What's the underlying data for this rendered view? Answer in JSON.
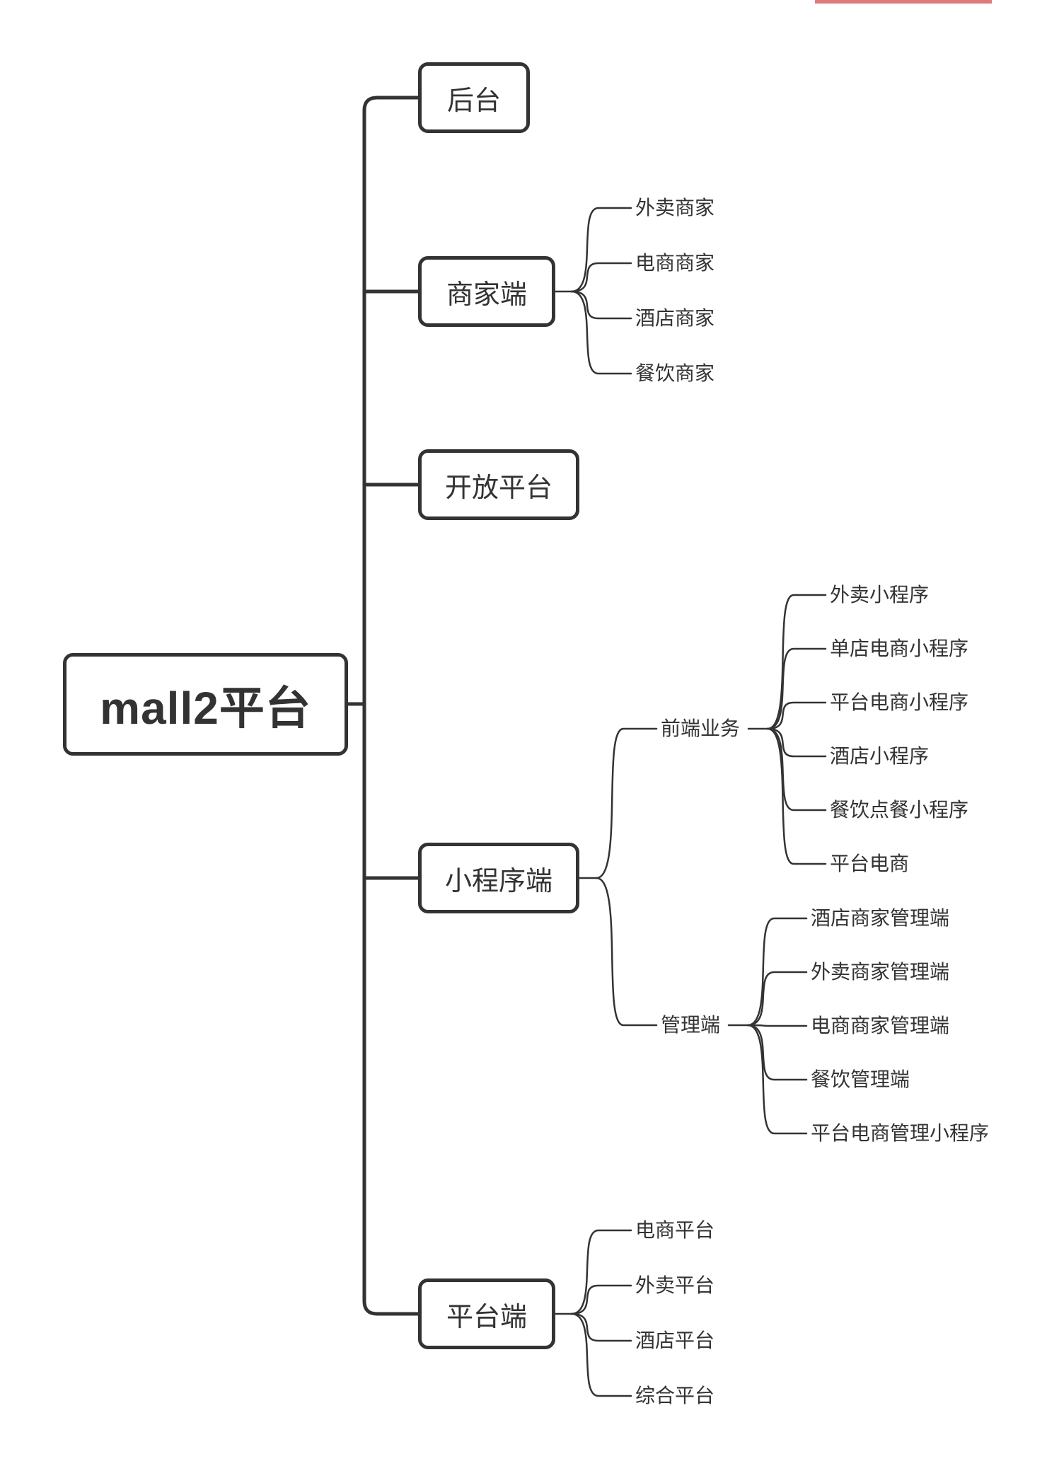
{
  "root": {
    "label": "mall2平台"
  },
  "branches": {
    "backend": {
      "label": "后台",
      "children": []
    },
    "merchant": {
      "label": "商家端",
      "children": [
        "外卖商家",
        "电商商家",
        "酒店商家",
        "餐饮商家"
      ]
    },
    "open_platform": {
      "label": "开放平台",
      "children": []
    },
    "mini_program": {
      "label": "小程序端",
      "groups": {
        "frontend": {
          "label": "前端业务",
          "children": [
            "外卖小程序",
            "单店电商小程序",
            "平台电商小程序",
            "酒店小程序",
            "餐饮点餐小程序",
            "平台电商"
          ]
        },
        "management": {
          "label": "管理端",
          "children": [
            "酒店商家管理端",
            "外卖商家管理端",
            "电商商家管理端",
            "餐饮管理端",
            "平台电商管理小程序"
          ]
        }
      }
    },
    "platform": {
      "label": "平台端",
      "children": [
        "电商平台",
        "外卖平台",
        "酒店平台",
        "综合平台"
      ]
    }
  },
  "colors": {
    "line": "#333333",
    "node_border": "#333333",
    "text": "#333333",
    "accent_bar": "#e07a7a"
  }
}
